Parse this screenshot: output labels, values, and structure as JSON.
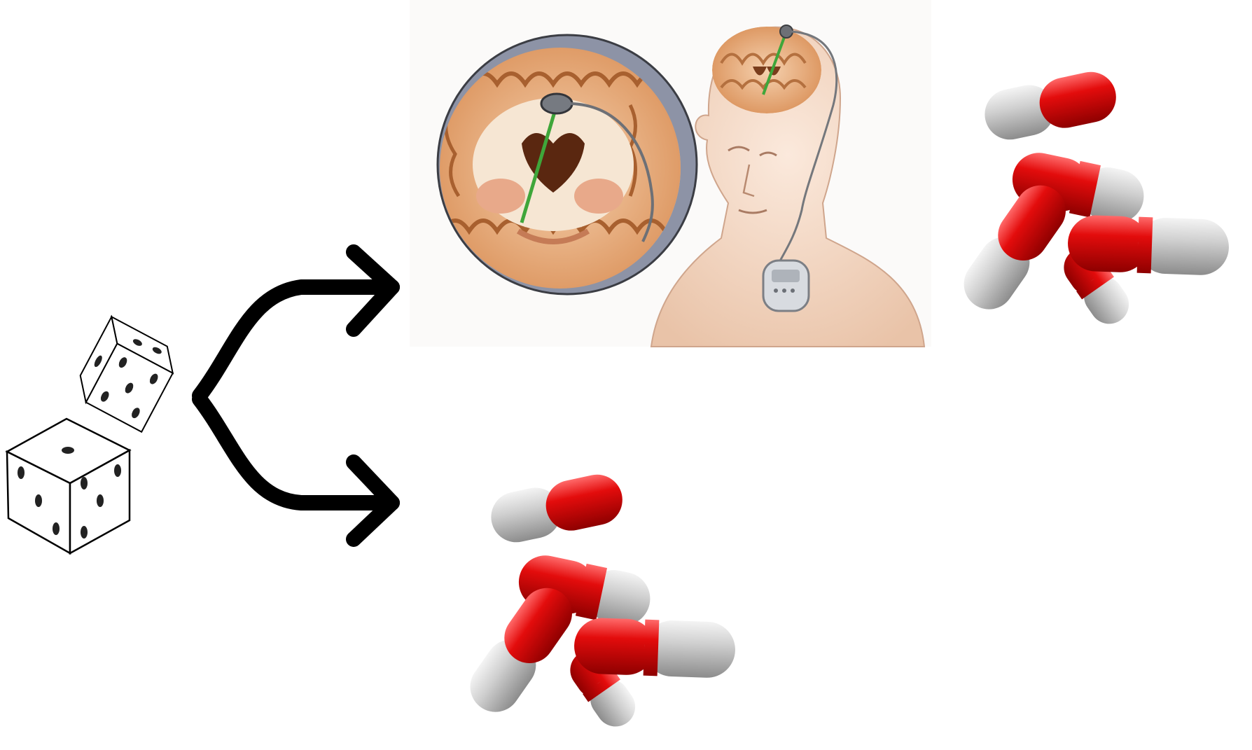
{
  "diagram": {
    "kind": "randomized-allocation",
    "origin": {
      "icon": "dice-icon",
      "count": 2
    },
    "branches": [
      {
        "id": "upper",
        "arrow": "branch-arrow-icon",
        "items": [
          "deep-brain-stimulation-icon",
          "capsules-icon"
        ]
      },
      {
        "id": "lower",
        "arrow": "branch-arrow-icon",
        "items": [
          "capsules-icon"
        ]
      }
    ]
  },
  "colors": {
    "arrow": "#000000",
    "capsule_red": "#e30c0c",
    "capsule_grey": "#c8c8c8",
    "brain_tissue": "#e9a877",
    "skin": "#f3d8c4",
    "lead_wire": "#3fa63a",
    "inset_bg": "#8d93a6"
  }
}
